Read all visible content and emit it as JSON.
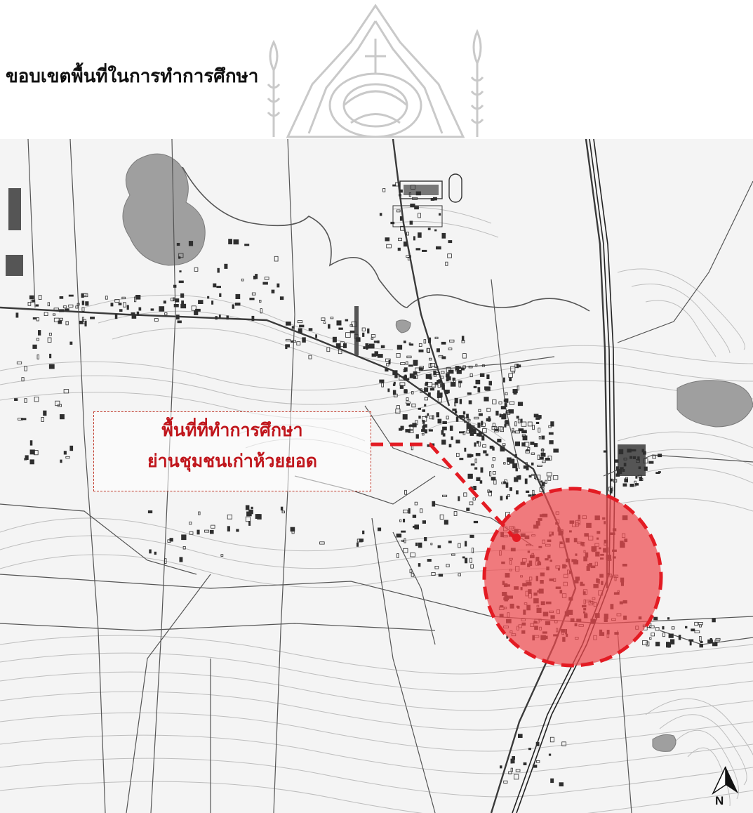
{
  "heading": "ขอบเขตพื้นที่ในการทำการศึกษา",
  "study_label": {
    "line1": "พื้นที่ที่ทำการศึกษา",
    "line2": "ย่านชุมชนเก่าห้วยยอด"
  },
  "north_arrow": {
    "letter": "N",
    "icon": "north-arrow-icon"
  },
  "watermark": {
    "icon": "university-crest-watermark-icon"
  },
  "colors": {
    "highlight": "#e8323a",
    "highlight_fill": "#ef4b4f",
    "label": "#c0161c",
    "map_lines": "#3a3a3a",
    "contours": "#b5b5b5",
    "water": "#9a9a9a",
    "background": "#f4f4f4"
  }
}
